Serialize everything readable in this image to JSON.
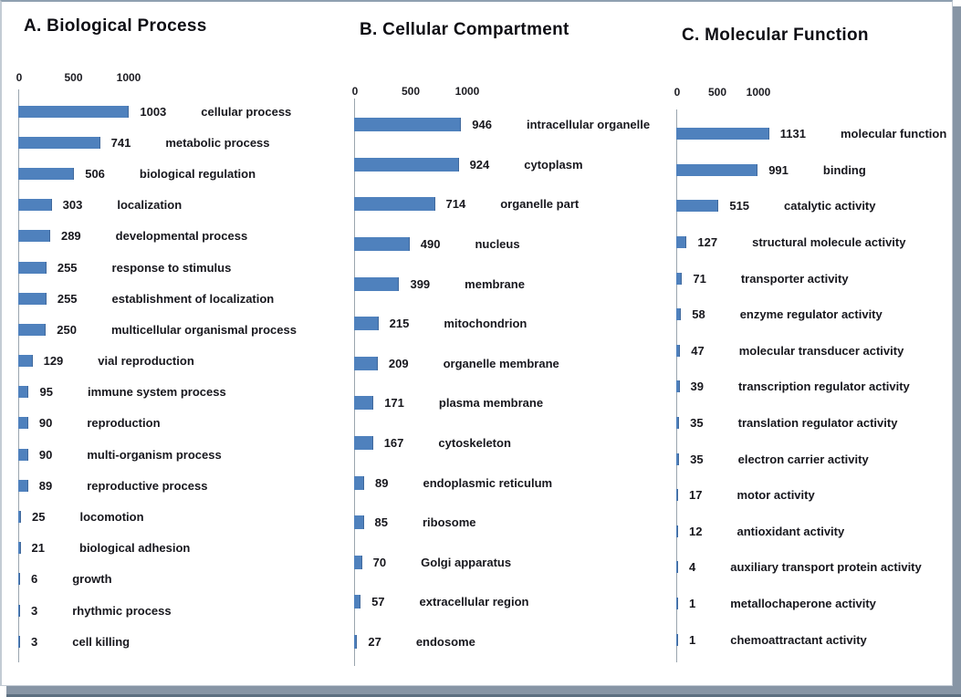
{
  "page": {
    "background": "#ffffff",
    "frame_shadow_color": "#8795a5",
    "bar_color": "#4f81bd"
  },
  "chart_data": [
    {
      "type": "bar",
      "panel": "A",
      "title": "A. Biological Process",
      "orientation": "horizontal",
      "axis_ticks": [
        0,
        500,
        1000
      ],
      "xlim": [
        0,
        1300
      ],
      "grid": false,
      "legend": "none",
      "categories": [
        "cellular process",
        "metabolic process",
        "biological regulation",
        "localization",
        "developmental process",
        "response to stimulus",
        "establishment of localization",
        "multicellular organismal process",
        "vial reproduction",
        "immune system process",
        "reproduction",
        "multi-organism process",
        "reproductive process",
        "locomotion",
        "biological adhesion",
        "growth",
        "rhythmic process",
        "cell killing"
      ],
      "values": [
        1003,
        741,
        506,
        303,
        289,
        255,
        255,
        250,
        129,
        95,
        90,
        90,
        89,
        25,
        21,
        6,
        3,
        3
      ]
    },
    {
      "type": "bar",
      "panel": "B",
      "title": "B. Cellular Compartment",
      "orientation": "horizontal",
      "axis_ticks": [
        0,
        500,
        1000
      ],
      "xlim": [
        0,
        1300
      ],
      "grid": false,
      "legend": "none",
      "categories": [
        "intracellular organelle",
        "cytoplasm",
        "organelle part",
        "nucleus",
        "membrane",
        "mitochondrion",
        "organelle membrane",
        "plasma membrane",
        "cytoskeleton",
        "endoplasmic reticulum",
        "ribosome",
        "Golgi apparatus",
        "extracellular region",
        "endosome"
      ],
      "values": [
        946,
        924,
        714,
        490,
        399,
        215,
        209,
        171,
        167,
        89,
        85,
        70,
        57,
        27
      ]
    },
    {
      "type": "bar",
      "panel": "C",
      "title": "C. Molecular Function",
      "orientation": "horizontal",
      "axis_ticks": [
        0,
        500,
        1000
      ],
      "xlim": [
        0,
        1500
      ],
      "grid": false,
      "legend": "none",
      "categories": [
        "molecular function",
        "binding",
        "catalytic activity",
        "structural molecule activity",
        "transporter activity",
        "enzyme regulator activity",
        "molecular transducer activity",
        "transcription regulator activity",
        "translation regulator activity",
        "electron carrier activity",
        "motor activity",
        "antioxidant activity",
        "auxiliary transport protein activity",
        "metallochaperone activity",
        "chemoattractant activity"
      ],
      "values": [
        1131,
        991,
        515,
        127,
        71,
        58,
        47,
        39,
        35,
        35,
        17,
        12,
        4,
        1,
        1
      ]
    }
  ]
}
